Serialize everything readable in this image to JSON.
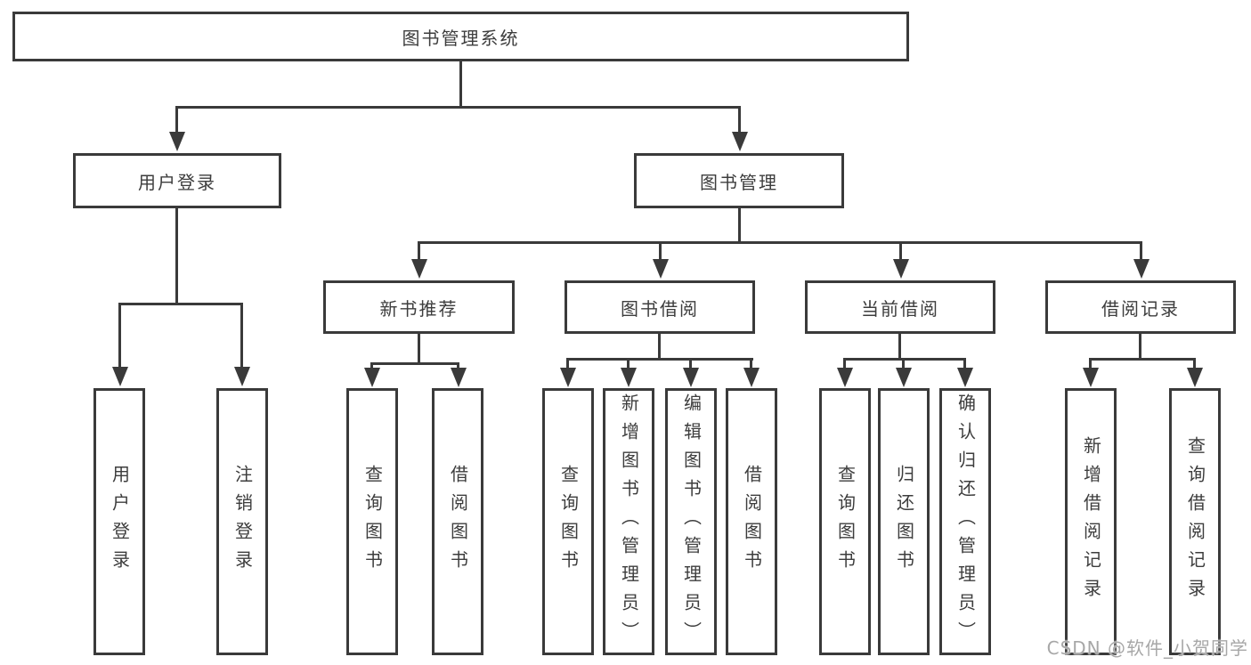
{
  "tree": {
    "label": "图书管理系统",
    "children": [
      {
        "label": "用户登录",
        "children": [
          {
            "label": "用户登录"
          },
          {
            "label": "注销登录"
          }
        ]
      },
      {
        "label": "图书管理",
        "children": [
          {
            "label": "新书推荐",
            "children": [
              {
                "label": "查询图书"
              },
              {
                "label": "借阅图书"
              }
            ]
          },
          {
            "label": "图书借阅",
            "children": [
              {
                "label": "查询图书"
              },
              {
                "label": "新增图书（管理员）"
              },
              {
                "label": "编辑图书（管理员）"
              },
              {
                "label": "借阅图书"
              }
            ]
          },
          {
            "label": "当前借阅",
            "children": [
              {
                "label": "查询图书"
              },
              {
                "label": "归还图书"
              },
              {
                "label": "确认归还（管理员）"
              }
            ]
          },
          {
            "label": "借阅记录",
            "children": [
              {
                "label": "新增借阅记录"
              },
              {
                "label": "查询借阅记录"
              }
            ]
          }
        ]
      }
    ]
  },
  "watermark": {
    "text": "CSDN @软件_小贺同学"
  },
  "colors": {
    "line": "#3a3a3a",
    "text": "#3d3d3d",
    "watermark": "#a7a7a7"
  }
}
